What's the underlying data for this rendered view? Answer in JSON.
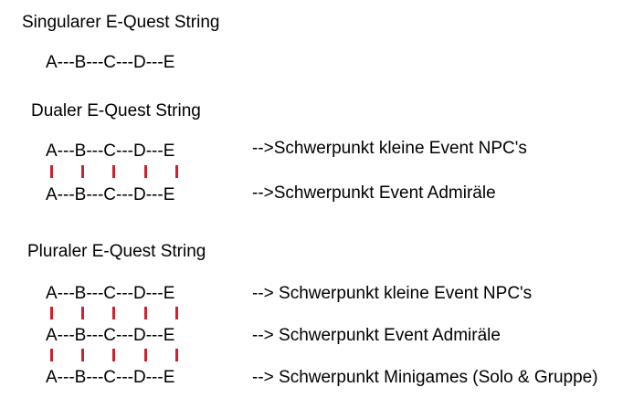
{
  "colors": {
    "text": "#000000",
    "connector": "#d0202e",
    "background": "#ffffff"
  },
  "sections": [
    {
      "heading": "Singularer E-Quest String",
      "rows": [
        {
          "chain": "A---B---C---D---E",
          "note": ""
        }
      ]
    },
    {
      "heading": "Dualer E-Quest String",
      "rows": [
        {
          "chain": "A---B---C---D---E",
          "note": "-->Schwerpunkt kleine Event NPC's"
        },
        {
          "chain": "A---B---C---D---E",
          "note": "-->Schwerpunkt Event Admiräle"
        }
      ]
    },
    {
      "heading": "Pluraler E-Quest String",
      "rows": [
        {
          "chain": "A---B---C---D---E",
          "note": "--> Schwerpunkt kleine Event NPC's"
        },
        {
          "chain": "A---B---C---D---E",
          "note": "--> Schwerpunkt Event Admiräle"
        },
        {
          "chain": "A---B---C---D---E",
          "note": "--> Schwerpunkt Minigames (Solo & Gruppe)"
        }
      ]
    }
  ]
}
